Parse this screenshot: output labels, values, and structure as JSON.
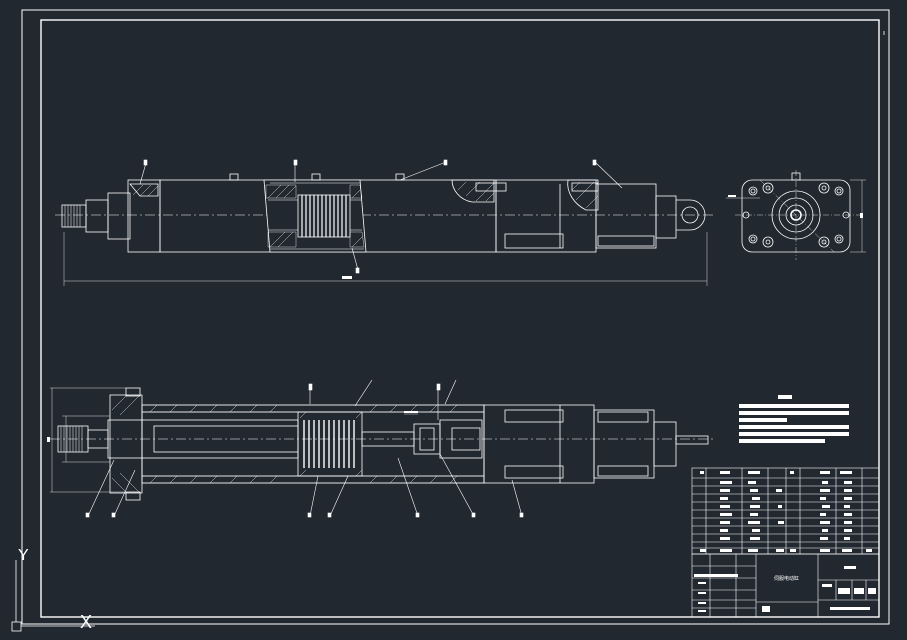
{
  "drawing": {
    "title_block_text": "伺服电动缸",
    "ucs_labels": {
      "y_axis": "Y",
      "x_axis": "X"
    }
  },
  "colors": {
    "background": "#212830",
    "line": "#ffffff",
    "dim": "#d8d8d8"
  },
  "icons": {
    "ucs": "ucs-axis-icon"
  }
}
